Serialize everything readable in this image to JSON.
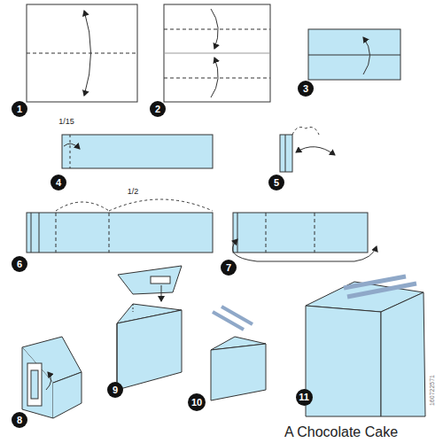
{
  "diagram": {
    "title": "A Chocolate Cake",
    "nodes": [
      {
        "text": [
          "1"
        ]
      },
      {
        "text": [
          "2"
        ]
      },
      {
        "text": [
          "3"
        ]
      },
      {
        "text": [
          "4"
        ]
      },
      {
        "text": [
          "5"
        ]
      },
      {
        "text": [
          "6"
        ]
      },
      {
        "text": [
          "7"
        ]
      },
      {
        "text": [
          "8"
        ]
      },
      {
        "text": [
          "9"
        ]
      },
      {
        "text": [
          "10"
        ]
      },
      {
        "text": [
          "11"
        ]
      }
    ],
    "edges": [],
    "labels": [
      "1/15",
      "1/2",
      "160722571"
    ]
  }
}
